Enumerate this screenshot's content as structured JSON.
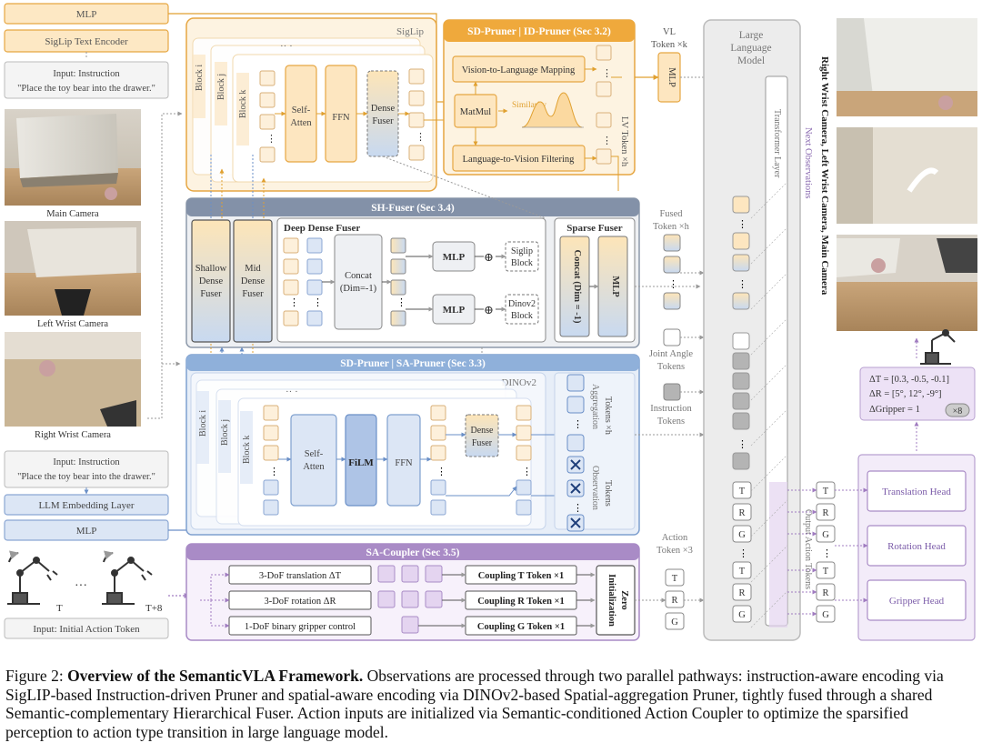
{
  "left": {
    "mlp_top": "MLP",
    "siglip_text_encoder": "SigLip Text Encoder",
    "input_instruction_title": "Input: Instruction",
    "input_instruction_text": "\"Place the toy bear into the drawer.\"",
    "main_camera": "Main Camera",
    "left_wrist_camera": "Left Wrist Camera",
    "right_wrist_camera": "Right Wrist Camera",
    "input_instruction_title2": "Input: Instruction",
    "input_instruction_text2": "\"Place the toy bear into the drawer.\"",
    "llm_embedding_layer": "LLM Embedding Layer",
    "mlp_bottom": "MLP",
    "robot_t": "T",
    "robot_t8": "T+8",
    "ellipsis": "···",
    "input_initial_action_token": "Input: Initial Action Token"
  },
  "siglip": {
    "title": "SigLip",
    "block_i": "Block i",
    "block_j": "Block j",
    "block_k": "Block k",
    "self_atten_1": "Self-",
    "self_atten_2": "Atten",
    "ffn": "FFN",
    "dense_fuser_1": "Dense",
    "dense_fuser_2": "Fuser"
  },
  "sd_pruner_id": {
    "title": "SD-Pruner | ID-Pruner (Sec 3.2)",
    "v2l": "Vision-to-Language Mapping",
    "matmul": "MatMul",
    "similarity": "Similarity",
    "l2v": "Language-to-Vision Filtering",
    "lv_token": "LV Token ×h"
  },
  "vl_token": {
    "label_1": "VL",
    "label_2": "Token ×k",
    "mlp": "MLP"
  },
  "sh_fuser": {
    "title": "SH-Fuser (Sec 3.4)",
    "shallow_1": "Shallow",
    "shallow_2": "Dense",
    "shallow_3": "Fuser",
    "mid_1": "Mid",
    "mid_2": "Dense",
    "mid_3": "Fuser",
    "deep_dense_fuser": "Deep Dense Fuser",
    "concat_1": "Concat",
    "concat_2": "(Dim=-1)",
    "mlp_a": "MLP",
    "mlp_b": "MLP",
    "siglip_block_1": "Siglip",
    "siglip_block_2": "Block",
    "dinov2_block_1": "Dinov2",
    "dinov2_block_2": "Block",
    "sparse_fuser": "Sparse Fuser",
    "sparse_concat": "Concat (Dim = -1)",
    "sparse_mlp": "MLP"
  },
  "sd_pruner_sa": {
    "title": "SD-Pruner | SA-Pruner (Sec 3.3)",
    "dinov2": "DINOv2",
    "block_i": "Block i",
    "block_j": "Block j",
    "block_k": "Block k",
    "self_atten_1": "Self-",
    "self_atten_2": "Atten",
    "film": "FiLM",
    "ffn": "FFN",
    "dense_fuser_1": "Dense",
    "dense_fuser_2": "Fuser",
    "aggregation_tokens_1": "Aggregation",
    "aggregation_tokens_2": "Tokens ×h",
    "observation_tokens_1": "Observation",
    "observation_tokens_2": "Tokens"
  },
  "sa_coupler": {
    "title": "SA-Coupler (Sec 3.5)",
    "translation": "3-DoF translation ΔT",
    "rotation": "3-DoF rotation ΔR",
    "gripper": "1-DoF binary gripper control",
    "coupling_t": "Coupling T Token ×1",
    "coupling_r": "Coupling R Token ×1",
    "coupling_g": "Coupling G Token ×1",
    "zero_init_1": "Zero",
    "zero_init_2": "Initialization"
  },
  "middle_labels": {
    "fused_token_1": "Fused",
    "fused_token_2": "Token ×h",
    "joint_angle_1": "Joint Angle",
    "joint_angle_2": "Tokens",
    "instruction_1": "Instruction",
    "instruction_2": "Tokens",
    "action_token_1": "Action",
    "action_token_2": "Token ×3",
    "t": "T",
    "r": "R",
    "g": "G"
  },
  "llm": {
    "title_1": "Large",
    "title_2": "Language",
    "title_3": "Model",
    "transformer_layer": "Transformer Layer",
    "t": "T",
    "r": "R",
    "g": "G"
  },
  "right": {
    "next_observations": "Next Observations",
    "camera_labels": "Right Wrist Camera,   Left Wrist Camera,   Main Camera",
    "output_action_tokens": "Output Action Tokens",
    "t": "T",
    "r": "R",
    "g": "G",
    "translation_head": "Translation Head",
    "rotation_head": "Rotation Head",
    "gripper_head": "Gripper Head",
    "delta_t": "ΔT = [0.3, -0.5, -0.1]",
    "delta_r": "ΔR = [5°, 12°, -9°]",
    "delta_gripper": "ΔGripper = 1",
    "x8": "×8"
  },
  "caption": {
    "prefix": "Figure 2: ",
    "bold": "Overview of the SemanticVLA Framework.",
    "text": " Observations are processed through two parallel pathways: instruction-aware encoding via SigLIP-based Instruction-driven Pruner and spatial-aware encoding via DINOv2-based Spatial-aggregation Pruner, tightly fused through a shared Semantic-complementary Hierarchical Fuser. Action inputs are initialized via Semantic-conditioned Action Coupler to optimize the sparsified perception to action type transition in large language model."
  }
}
